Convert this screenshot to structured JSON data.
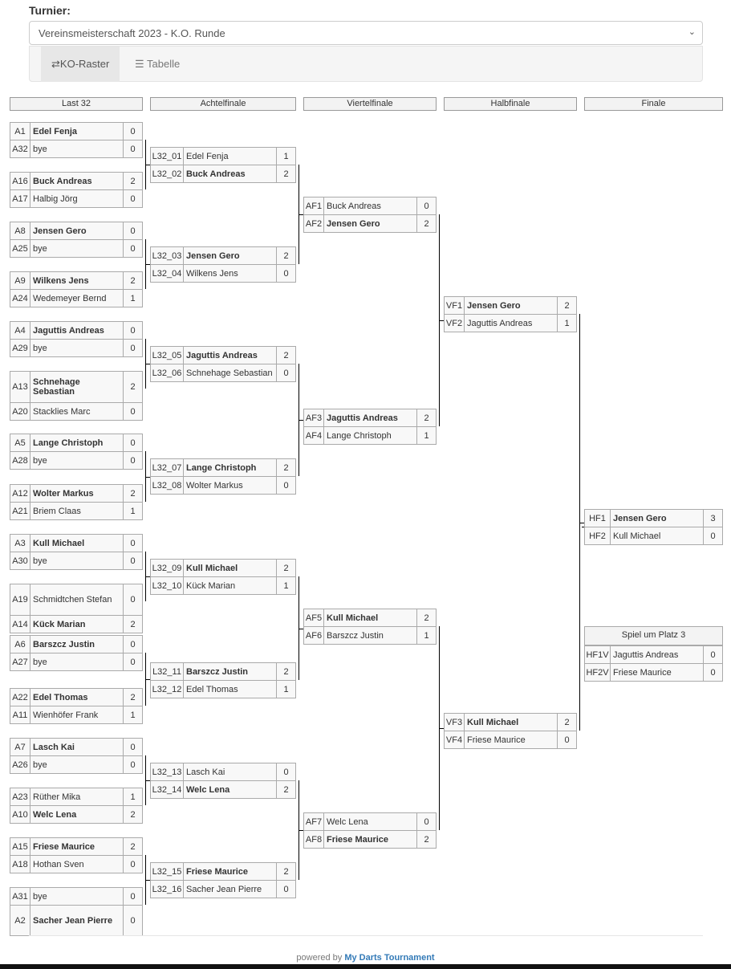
{
  "header": {
    "label": "Turnier:",
    "tournament": "Vereinsmeisterschaft 2023 - K.O. Runde"
  },
  "tabs": [
    {
      "label": "KO-Raster",
      "icon": "random-icon"
    },
    {
      "label": "Tabelle",
      "icon": "list-icon"
    }
  ],
  "rounds": [
    "Last 32",
    "Achtelfinale",
    "Viertelfinale",
    "Halbfinale",
    "Finale"
  ],
  "last32": [
    [
      [
        "A1",
        "Edel Fenja",
        "0",
        1
      ],
      [
        "A32",
        "bye",
        "0",
        0
      ]
    ],
    [
      [
        "A16",
        "Buck Andreas",
        "2",
        1
      ],
      [
        "A17",
        "Halbig Jörg",
        "0",
        0
      ]
    ],
    [
      [
        "A8",
        "Jensen Gero",
        "0",
        1
      ],
      [
        "A25",
        "bye",
        "0",
        0
      ]
    ],
    [
      [
        "A9",
        "Wilkens Jens",
        "2",
        1
      ],
      [
        "A24",
        "Wedemeyer Bernd",
        "1",
        0
      ]
    ],
    [
      [
        "A4",
        "Jaguttis Andreas",
        "0",
        1
      ],
      [
        "A29",
        "bye",
        "0",
        0
      ]
    ],
    [
      [
        "A13",
        "Schnehage Sebastian",
        "2",
        1
      ],
      [
        "A20",
        "Stacklies Marc",
        "0",
        0
      ]
    ],
    [
      [
        "A5",
        "Lange Christoph",
        "0",
        1
      ],
      [
        "A28",
        "bye",
        "0",
        0
      ]
    ],
    [
      [
        "A12",
        "Wolter Markus",
        "2",
        1
      ],
      [
        "A21",
        "Briem Claas",
        "1",
        0
      ]
    ],
    [
      [
        "A3",
        "Kull Michael",
        "0",
        1
      ],
      [
        "A30",
        "bye",
        "0",
        0
      ]
    ],
    [
      [
        "A19",
        "Schmidtchen Stefan",
        "0",
        0
      ],
      [
        "A14",
        "Kück Marian",
        "2",
        1
      ]
    ],
    [
      [
        "A6",
        "Barszcz Justin",
        "0",
        1
      ],
      [
        "A27",
        "bye",
        "0",
        0
      ]
    ],
    [
      [
        "A22",
        "Edel Thomas",
        "2",
        1
      ],
      [
        "A11",
        "Wienhöfer Frank",
        "1",
        0
      ]
    ],
    [
      [
        "A7",
        "Lasch Kai",
        "0",
        1
      ],
      [
        "A26",
        "bye",
        "0",
        0
      ]
    ],
    [
      [
        "A23",
        "Rüther Mika",
        "1",
        0
      ],
      [
        "A10",
        "Welc Lena",
        "2",
        1
      ]
    ],
    [
      [
        "A15",
        "Friese Maurice",
        "2",
        1
      ],
      [
        "A18",
        "Hothan Sven",
        "0",
        0
      ]
    ],
    [
      [
        "A31",
        "bye",
        "0",
        0
      ],
      [
        "A2",
        "Sacher Jean Pierre",
        "0",
        1
      ]
    ]
  ],
  "achtelfinale": [
    [
      [
        "L32_01",
        "Edel Fenja",
        "1",
        0
      ],
      [
        "L32_02",
        "Buck Andreas",
        "2",
        1
      ]
    ],
    [
      [
        "L32_03",
        "Jensen Gero",
        "2",
        1
      ],
      [
        "L32_04",
        "Wilkens Jens",
        "0",
        0
      ]
    ],
    [
      [
        "L32_05",
        "Jaguttis Andreas",
        "2",
        1
      ],
      [
        "L32_06",
        "Schnehage Sebastian",
        "0",
        0
      ]
    ],
    [
      [
        "L32_07",
        "Lange Christoph",
        "2",
        1
      ],
      [
        "L32_08",
        "Wolter Markus",
        "0",
        0
      ]
    ],
    [
      [
        "L32_09",
        "Kull Michael",
        "2",
        1
      ],
      [
        "L32_10",
        "Kück Marian",
        "1",
        0
      ]
    ],
    [
      [
        "L32_11",
        "Barszcz Justin",
        "2",
        1
      ],
      [
        "L32_12",
        "Edel Thomas",
        "1",
        0
      ]
    ],
    [
      [
        "L32_13",
        "Lasch Kai",
        "0",
        0
      ],
      [
        "L32_14",
        "Welc Lena",
        "2",
        1
      ]
    ],
    [
      [
        "L32_15",
        "Friese Maurice",
        "2",
        1
      ],
      [
        "L32_16",
        "Sacher Jean Pierre",
        "0",
        0
      ]
    ]
  ],
  "viertelfinale": [
    [
      [
        "AF1",
        "Buck Andreas",
        "0",
        0
      ],
      [
        "AF2",
        "Jensen Gero",
        "2",
        1
      ]
    ],
    [
      [
        "AF3",
        "Jaguttis Andreas",
        "2",
        1
      ],
      [
        "AF4",
        "Lange Christoph",
        "1",
        0
      ]
    ],
    [
      [
        "AF5",
        "Kull Michael",
        "2",
        1
      ],
      [
        "AF6",
        "Barszcz Justin",
        "1",
        0
      ]
    ],
    [
      [
        "AF7",
        "Welc Lena",
        "0",
        0
      ],
      [
        "AF8",
        "Friese Maurice",
        "2",
        1
      ]
    ]
  ],
  "halbfinale": [
    [
      [
        "VF1",
        "Jensen Gero",
        "2",
        1
      ],
      [
        "VF2",
        "Jaguttis Andreas",
        "1",
        0
      ]
    ],
    [
      [
        "VF3",
        "Kull Michael",
        "2",
        1
      ],
      [
        "VF4",
        "Friese Maurice",
        "0",
        0
      ]
    ]
  ],
  "finale": [
    [
      [
        "HF1",
        "Jensen Gero",
        "3",
        1
      ],
      [
        "HF2",
        "Kull Michael",
        "0",
        0
      ]
    ]
  ],
  "third_place": {
    "title": "Spiel um Platz 3",
    "match": [
      [
        "HF1V",
        "Jaguttis Andreas",
        "0",
        0
      ],
      [
        "HF2V",
        "Friese Maurice",
        "0",
        0
      ]
    ]
  },
  "footer": {
    "prefix": "powered by",
    "brand": "My Darts Tournament"
  }
}
